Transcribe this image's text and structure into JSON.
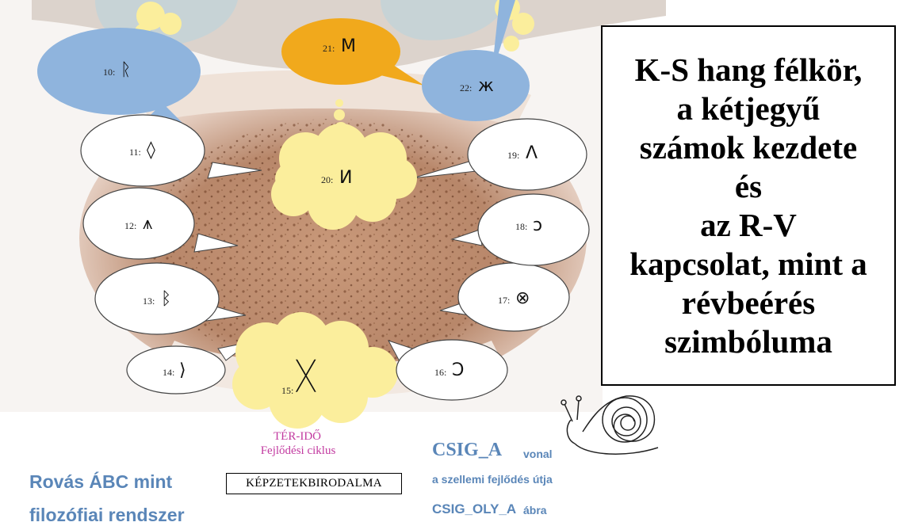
{
  "title": "K-S hang félkör,\na kétjegyű\nszámok kezdete\nés\naz R-V\nkapcsolat, mint a\nrévbeérés\nszimbóluma",
  "bubbles": [
    {
      "num": "10:",
      "glyph": "ᚱ",
      "color": "#8fb4dd"
    },
    {
      "num": "11:",
      "glyph": "◊",
      "color": "#ffffff"
    },
    {
      "num": "12:",
      "glyph": "⩚",
      "color": "#ffffff"
    },
    {
      "num": "13:",
      "glyph": "ᛒ",
      "color": "#ffffff"
    },
    {
      "num": "14:",
      "glyph": "⟩",
      "color": "#ffffff"
    },
    {
      "num": "15:",
      "glyph": "ᚷ",
      "color": "#fbee9c"
    },
    {
      "num": "16:",
      "glyph": "Ɔ",
      "color": "#ffffff"
    },
    {
      "num": "17:",
      "glyph": "⊗",
      "color": "#ffffff"
    },
    {
      "num": "18:",
      "glyph": "ↄ",
      "color": "#ffffff"
    },
    {
      "num": "19:",
      "glyph": "Λ",
      "color": "#ffffff"
    },
    {
      "num": "20:",
      "glyph": "И",
      "color": "#fbee9c"
    },
    {
      "num": "21:",
      "glyph": "M",
      "color": "#f1a91c"
    },
    {
      "num": "22:",
      "glyph": "ж",
      "color": "#8fb4dd"
    }
  ],
  "labels": {
    "ter_ido": "TÉR-IDŐ",
    "fejlodesi": "Fejlődési ciklus",
    "kepzetek": "KÉPZETEKBIRODALMA",
    "rovas_line1": "Rovás ÁBC mint",
    "rovas_line2": "filozófiai rendszer",
    "csig_a": "CSIG_A",
    "csig_a_small": "vonal",
    "szellemi": "a szellemi fejlődés útja",
    "csig_oly": "CSIG_OLY_A",
    "csig_oly_small": "ábra"
  }
}
